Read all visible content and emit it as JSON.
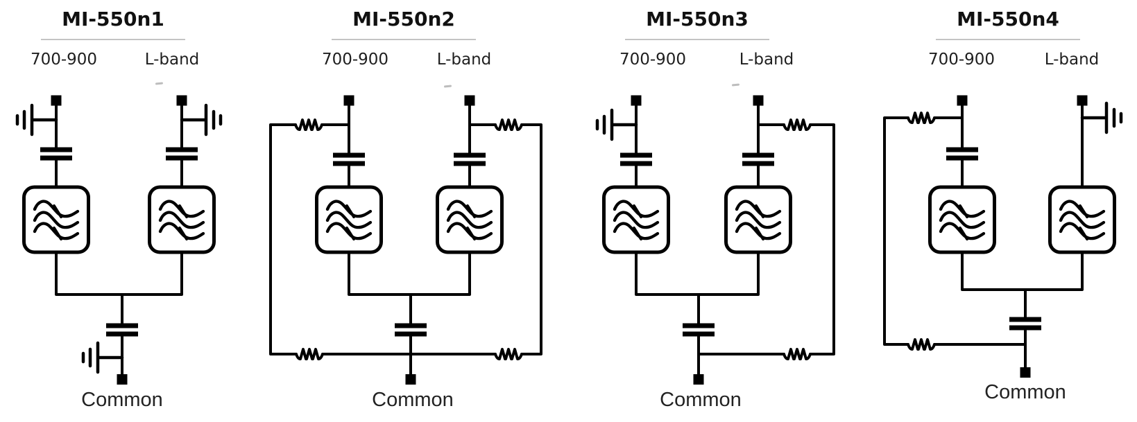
{
  "colors": {
    "wire": "#000000",
    "underline": "#c4c4c4",
    "title_text": "#111111",
    "label_text": "#1f1f1f"
  },
  "diagrams": [
    {
      "title": "MI-550n1",
      "port_left": "700-900",
      "port_right": "L-band",
      "port_bottom": "Common",
      "topology": {
        "left_branch": [
          "ground-stub",
          "series-capacitor",
          "bandpass-filter"
        ],
        "right_branch": [
          "ground-stub",
          "series-capacitor",
          "bandpass-filter"
        ],
        "common_branch": [
          "series-capacitor",
          "ground-stub"
        ]
      }
    },
    {
      "title": "MI-550n2",
      "port_left": "700-900",
      "port_right": "L-band",
      "port_bottom": "Common",
      "topology": {
        "left_branch": [
          "inductor-bypass-to-common",
          "series-capacitor",
          "bandpass-filter"
        ],
        "right_branch": [
          "inductor-bypass-to-common",
          "series-capacitor",
          "bandpass-filter"
        ],
        "common_branch": [
          "series-capacitor"
        ]
      }
    },
    {
      "title": "MI-550n3",
      "port_left": "700-900",
      "port_right": "L-band",
      "port_bottom": "Common",
      "topology": {
        "left_branch": [
          "ground-stub",
          "series-capacitor",
          "bandpass-filter"
        ],
        "right_branch": [
          "inductor-bypass-to-common",
          "series-capacitor",
          "bandpass-filter"
        ],
        "common_branch": [
          "series-capacitor"
        ]
      }
    },
    {
      "title": "MI-550n4",
      "port_left": "700-900",
      "port_right": "L-band",
      "port_bottom": "Common",
      "topology": {
        "left_branch": [
          "inductor-bypass-to-common",
          "series-capacitor",
          "bandpass-filter"
        ],
        "right_branch": [
          "ground-stub",
          "bandpass-filter"
        ],
        "common_branch": [
          "series-capacitor"
        ]
      }
    }
  ]
}
